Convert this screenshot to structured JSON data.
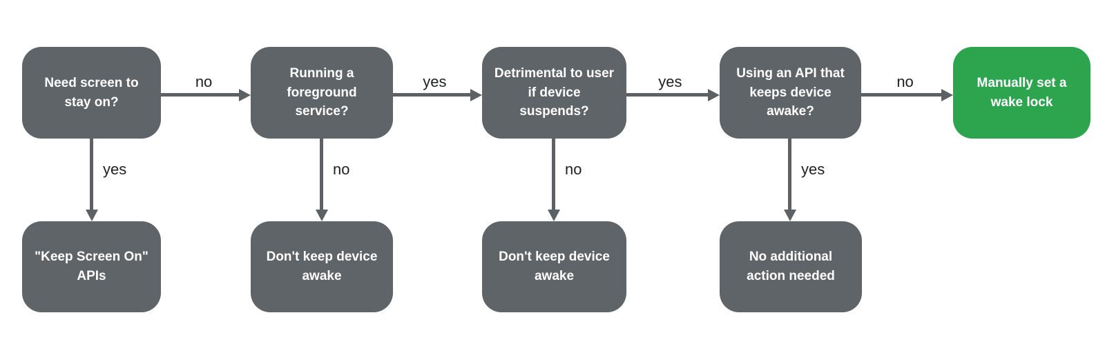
{
  "flowchart": {
    "colors": {
      "node_gray": "#5e6468",
      "node_green": "#2da44e",
      "arrow": "#5b6164",
      "edge_label_text": "#1e2022",
      "node_text": "#ffffff",
      "background": "#ffffff"
    },
    "nodes": [
      {
        "id": "need-screen",
        "label": "Need screen to stay on?",
        "kind": "gray"
      },
      {
        "id": "foreground-service",
        "label": "Running a foreground service?",
        "kind": "gray"
      },
      {
        "id": "detrimental",
        "label": "Detrimental to user if device suspends?",
        "kind": "gray"
      },
      {
        "id": "api-keeps-awake",
        "label": "Using an API that keeps device awake?",
        "kind": "gray"
      },
      {
        "id": "wake-lock",
        "label": "Manually set a wake lock",
        "kind": "green"
      },
      {
        "id": "keep-screen-on-apis",
        "label": "\"Keep Screen On\" APIs",
        "kind": "gray"
      },
      {
        "id": "dont-keep-awake-1",
        "label": "Don't keep device awake",
        "kind": "gray"
      },
      {
        "id": "dont-keep-awake-2",
        "label": "Don't keep device awake",
        "kind": "gray"
      },
      {
        "id": "no-action-needed",
        "label": "No additional action needed",
        "kind": "gray"
      }
    ],
    "edges": [
      {
        "from": "need-screen",
        "to": "foreground-service",
        "direction": "right",
        "label": "no"
      },
      {
        "from": "need-screen",
        "to": "keep-screen-on-apis",
        "direction": "down",
        "label": "yes"
      },
      {
        "from": "foreground-service",
        "to": "detrimental",
        "direction": "right",
        "label": "yes"
      },
      {
        "from": "foreground-service",
        "to": "dont-keep-awake-1",
        "direction": "down",
        "label": "no"
      },
      {
        "from": "detrimental",
        "to": "api-keeps-awake",
        "direction": "right",
        "label": "yes"
      },
      {
        "from": "detrimental",
        "to": "dont-keep-awake-2",
        "direction": "down",
        "label": "no"
      },
      {
        "from": "api-keeps-awake",
        "to": "wake-lock",
        "direction": "right",
        "label": "no"
      },
      {
        "from": "api-keeps-awake",
        "to": "no-action-needed",
        "direction": "down",
        "label": "yes"
      }
    ]
  }
}
